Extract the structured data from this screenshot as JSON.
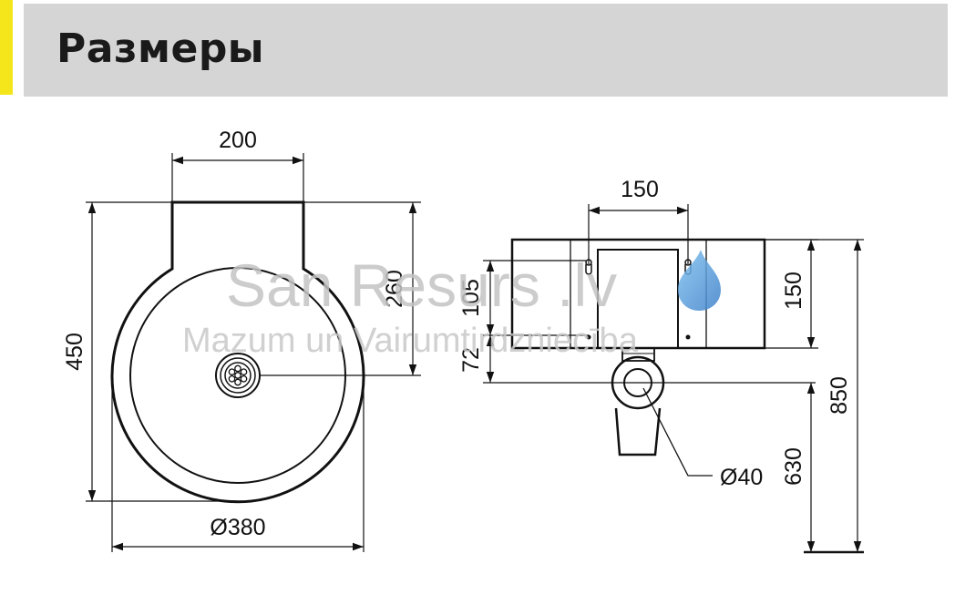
{
  "header": {
    "title": "Размеры"
  },
  "colors": {
    "accent": "#f4e61b",
    "header_band": "#d5d5d6",
    "line": "#111111",
    "drop": "#5aa7e0"
  },
  "front_view": {
    "dim_top_width": "200",
    "dim_height": "450",
    "dim_upper": "260",
    "dim_diameter": "Ø380"
  },
  "side_view": {
    "dim_top_width": "150",
    "dim_left_upper": "105",
    "dim_left_lower": "72",
    "dim_right_box": "150",
    "dim_total": "850",
    "dim_bottom": "630",
    "dim_pipe": "Ø40"
  },
  "watermark": {
    "brand": "San Resurs .lv",
    "slogan": "Mazum un Vairumtirdzniecība",
    "icon": "water-drop-icon"
  }
}
